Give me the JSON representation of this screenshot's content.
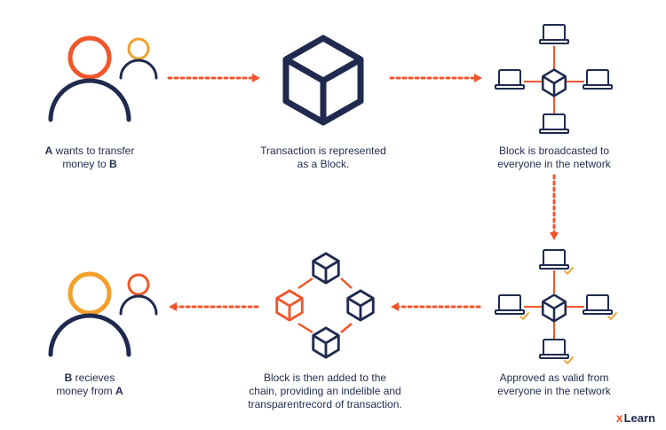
{
  "colors": {
    "navy": "#1f2a4e",
    "orange": "#f0562b",
    "amber": "#f2a02b"
  },
  "steps": [
    {
      "id": "step1",
      "line1_bold": "A",
      "line1_text": " wants to transfer",
      "line2_text": "money to ",
      "line2_bold": "B"
    },
    {
      "id": "step2",
      "line1": "Transaction is represented",
      "line2": "as a Block."
    },
    {
      "id": "step3",
      "line1": "Block is broadcasted to",
      "line2": "everyone in the network"
    },
    {
      "id": "step4",
      "line1": "Approved as valid from",
      "line2": "everyone in the network"
    },
    {
      "id": "step5",
      "line1": "Block is then added to the",
      "line2": "chain, providing an indelible and",
      "line3": "transparentrecord of transaction."
    },
    {
      "id": "step6",
      "line1_bold": "B",
      "line1_text": " recieves",
      "line2_text": "money from ",
      "line2_bold": "A"
    }
  ],
  "logo": {
    "mark": "x",
    "text": "Learn"
  },
  "icons": [
    "users-icon",
    "cube-icon",
    "network-icon",
    "network-check-icon",
    "blockchain-icon",
    "users-icon"
  ]
}
